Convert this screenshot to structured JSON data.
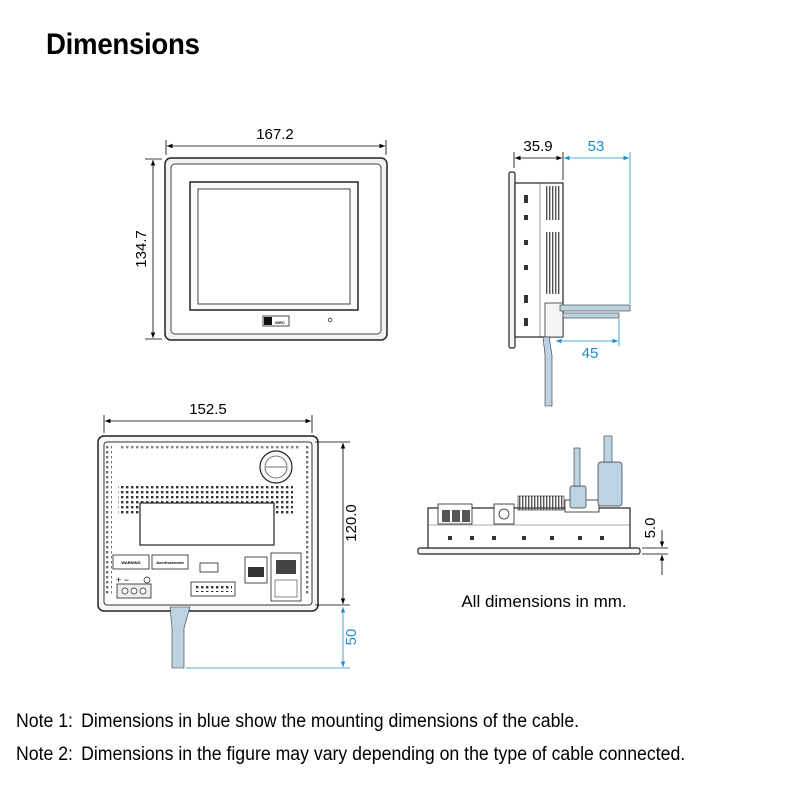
{
  "title": "Dimensions",
  "colors": {
    "blue": "#1a8fd0",
    "ink": "#000000",
    "cable": "#bcd3e3"
  },
  "front_view": {
    "width": "167.2",
    "height": "134.7",
    "logo": "IDEC"
  },
  "side_view": {
    "depth": "35.9",
    "cable_depth": "53",
    "connector_depth": "45"
  },
  "rear_view": {
    "width": "152.5",
    "height": "120.0",
    "cable_clearance": "50",
    "label_warning": "WARNING",
    "label_caution": "Avertissement"
  },
  "bottom_view": {
    "bezel_thickness": "5.0"
  },
  "caption": "All dimensions in mm.",
  "notes": [
    {
      "label": "Note 1:",
      "text": "Dimensions in blue show the mounting dimensions of the cable."
    },
    {
      "label": "Note 2:",
      "text": "Dimensions in the figure may vary depending on the type of cable connected."
    }
  ]
}
